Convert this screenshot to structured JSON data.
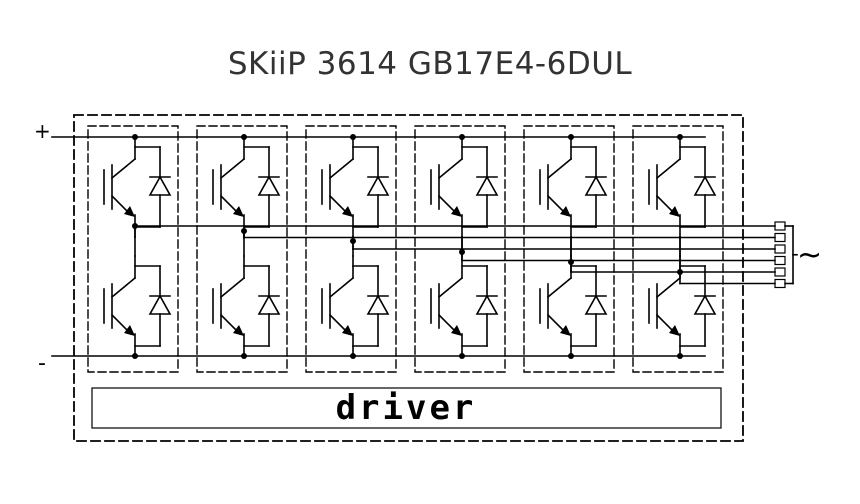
{
  "title": "SKiiP 3614 GB17E4-6DUL",
  "terminals": {
    "plus": "+",
    "minus": "-",
    "ac": "~"
  },
  "driver_label": "driver",
  "module_count": 6
}
